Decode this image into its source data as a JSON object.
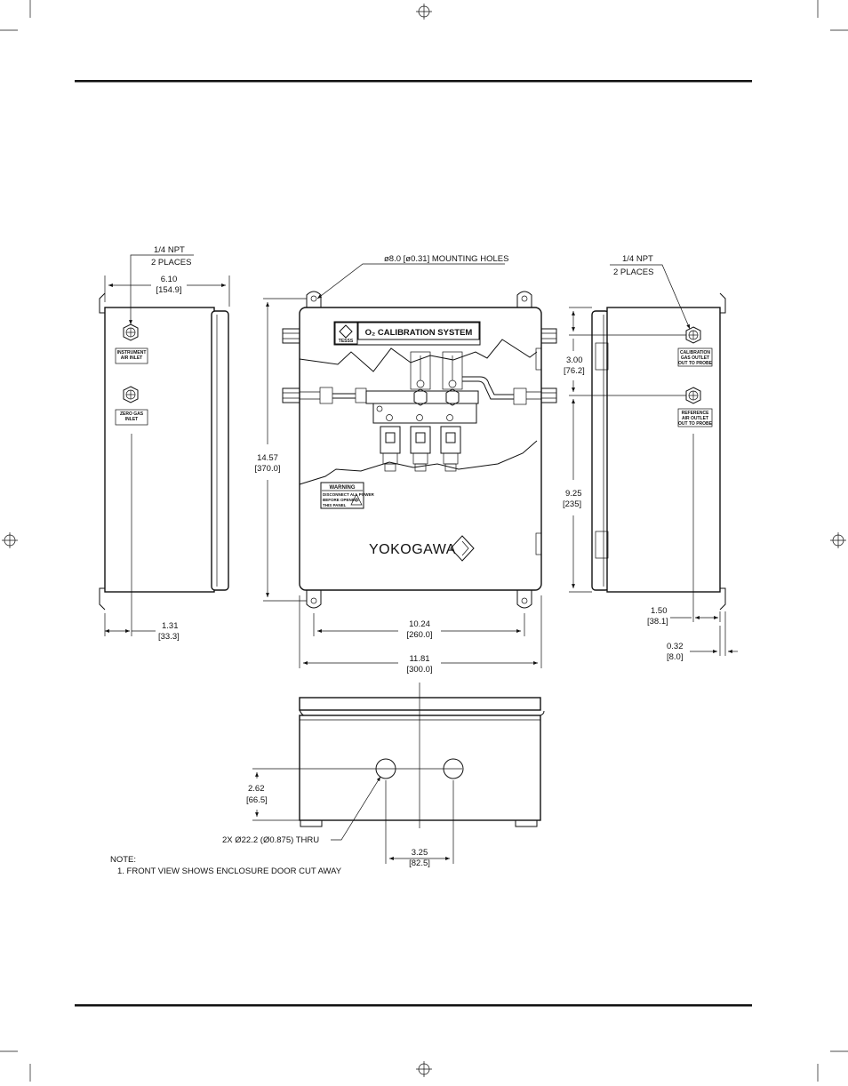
{
  "colors": {
    "ink": "#111111",
    "paper": "#ffffff"
  },
  "left_view": {
    "npt_label_1": "1/4 NPT",
    "npt_label_2": "2 PLACES",
    "width_in": "6.10",
    "width_mm": "[154.9]",
    "offset_in": "1.31",
    "offset_mm": "[33.3]",
    "fitting_1_tag_1": "INSTRUMENT",
    "fitting_1_tag_2": "AIR INLET",
    "fitting_2_tag_1": "ZERO GAS",
    "fitting_2_tag_2": "INLET"
  },
  "front_view": {
    "mounting_holes": "ø8.0 [ø0.31] MOUNTING HOLES",
    "height_in": "14.57",
    "height_mm": "[370.0]",
    "hole_spacing_in": "10.24",
    "hole_spacing_mm": "[260.0]",
    "overall_width_in": "11.81",
    "overall_width_mm": "[300.0]",
    "nameplate_title": "O₂ CALIBRATION SYSTEM",
    "nameplate_small": "TESSS",
    "warning_title": "WARNING",
    "warning_lines": [
      "DISCONNECT ALL POWER",
      "BEFORE OPENING",
      "THIS PANEL"
    ],
    "brand": "YOKOGAWA"
  },
  "right_view": {
    "npt_label_1": "1/4 NPT",
    "npt_label_2": "2 PLACES",
    "top_offset_in": "3.00",
    "top_offset_mm": "[76.2]",
    "spacing_in": "9.25",
    "spacing_mm": "[235]",
    "depth_in": "1.50",
    "depth_mm": "[38.1]",
    "flange_in": "0.32",
    "flange_mm": "[8.0]",
    "fitting_1_tag_1": "CALIBRATION",
    "fitting_1_tag_2": "GAS OUTLET",
    "fitting_1_tag_3": "OUT TO PROBE",
    "fitting_2_tag_1": "REFERENCE",
    "fitting_2_tag_2": "AIR OUTLET",
    "fitting_2_tag_3": "OUT TO PROBE"
  },
  "bottom_view": {
    "height_in": "2.62",
    "height_mm": "[66.5]",
    "holes": "2X Ø22.2 (Ø0.875) THRU",
    "spacing_in": "3.25",
    "spacing_mm": "[82.5]"
  },
  "notes": {
    "heading": "NOTE:",
    "item_1": "1. FRONT VIEW SHOWS ENCLOSURE DOOR CUT AWAY"
  }
}
